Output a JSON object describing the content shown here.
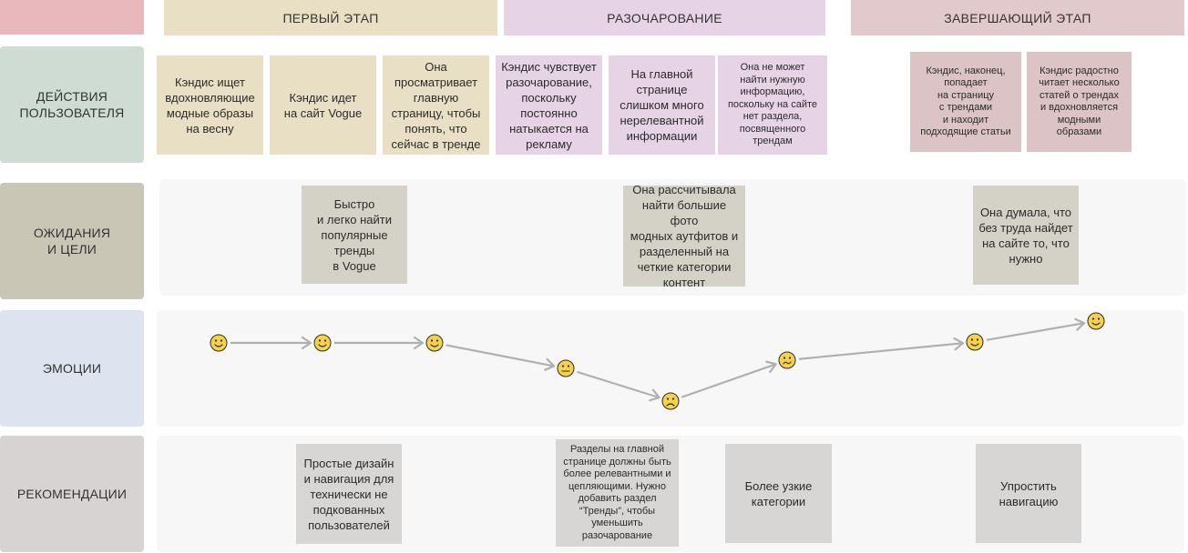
{
  "colors": {
    "corner": "#e9b8bd",
    "stage1": "#e8dfc4",
    "stage2": "#e6d4e6",
    "stage3": "#e2cacc",
    "row_actions": "#cfdcd3",
    "row_expect": "#c9c6b6",
    "row_emotions": "#dde4ef",
    "row_recs": "#d8d3d3",
    "card_yellow": "#e8dfc4",
    "card_purple": "#e6d4e6",
    "card_pink": "#dcc3c6",
    "card_grey": "#d4d2c7",
    "card_recs": "#d8d5d5",
    "lane": "#f7f7f7",
    "arrow": "#b0b0b0",
    "face": "#f4d24c"
  },
  "stages": [
    {
      "label": "ПЕРВЫЙ ЭТАП"
    },
    {
      "label": "РАЗОЧАРОВАНИЕ"
    },
    {
      "label": "ЗАВЕРШАЮЩИЙ ЭТАП"
    }
  ],
  "rows": {
    "actions": "ДЕЙСТВИЯ\nПОЛЬЗОВАТЕЛЯ",
    "expectations": "ОЖИДАНИЯ\nИ ЦЕЛИ",
    "emotions": "ЭМОЦИИ",
    "recommendations": "РЕКОМЕНДАЦИИ"
  },
  "actions": [
    "Кэндис ищет\nвдохновляющие\nмодные образы\nна весну",
    "Кэндис идет\nна сайт Vogue",
    "Она\nпросматривает\nглавную\nстраницу, чтобы\nпонять, что\nсейчас в тренде",
    "Кэндис чувствует\nразочарование,\nпоскольку\nпостоянно\nнатыкается на\nрекламу",
    "На главной\nстранице\nслишком много\nнерелевантной\nинформации",
    "Она не может\nнайти нужную\nинформацию,\nпоскольку на сайте\nнет раздела,\nпосвященного\nтрендам",
    "Кэндис, наконец,\nпопадает\nна страницу\nс трендами\nи находит\nподходящие статьи",
    "Кэндис радостно\nчитает несколько\nстатей о трендах\nи вдохновляется\nмодными\nобразами"
  ],
  "expectations": [
    "Быстро\nи легко найти\nпопулярные\nтренды\nв Vogue",
    "Она рассчитывала\nнайти большие фото\nмодных аутфитов и\nразделенный на\nчеткие категории\nконтент",
    "Она думала, что\nбез труда найдет\nна сайте то, что\nнужно"
  ],
  "emotions": [
    {
      "mood": "happy"
    },
    {
      "mood": "happy"
    },
    {
      "mood": "happy"
    },
    {
      "mood": "neutral"
    },
    {
      "mood": "sad"
    },
    {
      "mood": "worried"
    },
    {
      "mood": "happy"
    },
    {
      "mood": "happy"
    }
  ],
  "recommendations": [
    "Простые дизайн\nи навигация для\nтехнически не\nподкованных\nпользователей",
    "Разделы на главной\nстранице должны быть\nболее релевантными и\nцепляющими. Нужно\nдобавить раздел\n“Тренды”, чтобы\nуменьшить\nразочарование",
    "Более узкие\nкатегории",
    "Упростить\nнавигацию"
  ]
}
